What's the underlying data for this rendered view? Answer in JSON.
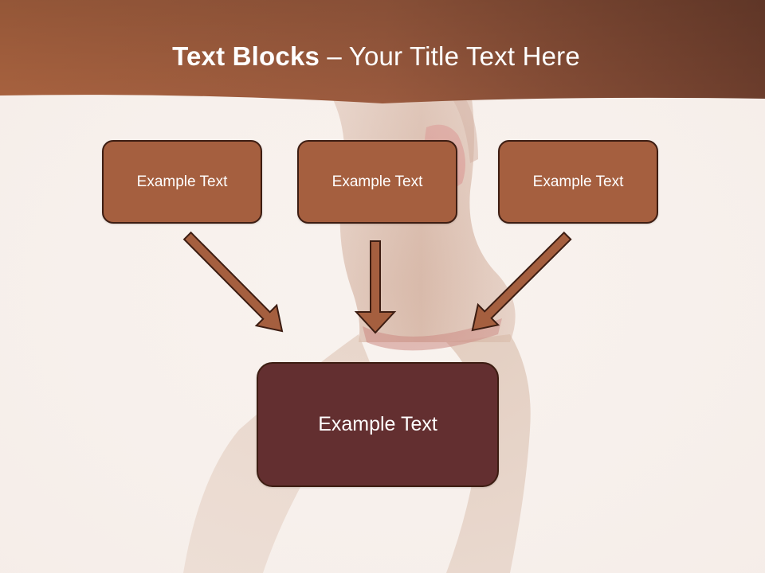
{
  "slide": {
    "title_bold": "Text Blocks",
    "title_rest": " – Your Title Text Here",
    "boxes": [
      {
        "label": "Example Text"
      },
      {
        "label": "Example Text"
      },
      {
        "label": "Example Text"
      }
    ],
    "result_box": {
      "label": "Example Text"
    }
  },
  "colors": {
    "header_band": "#a2603f",
    "box_fill": "#a55f3f",
    "result_fill": "#632f30",
    "border": "#3d1d12",
    "arrow_fill": "#a55f3f"
  }
}
